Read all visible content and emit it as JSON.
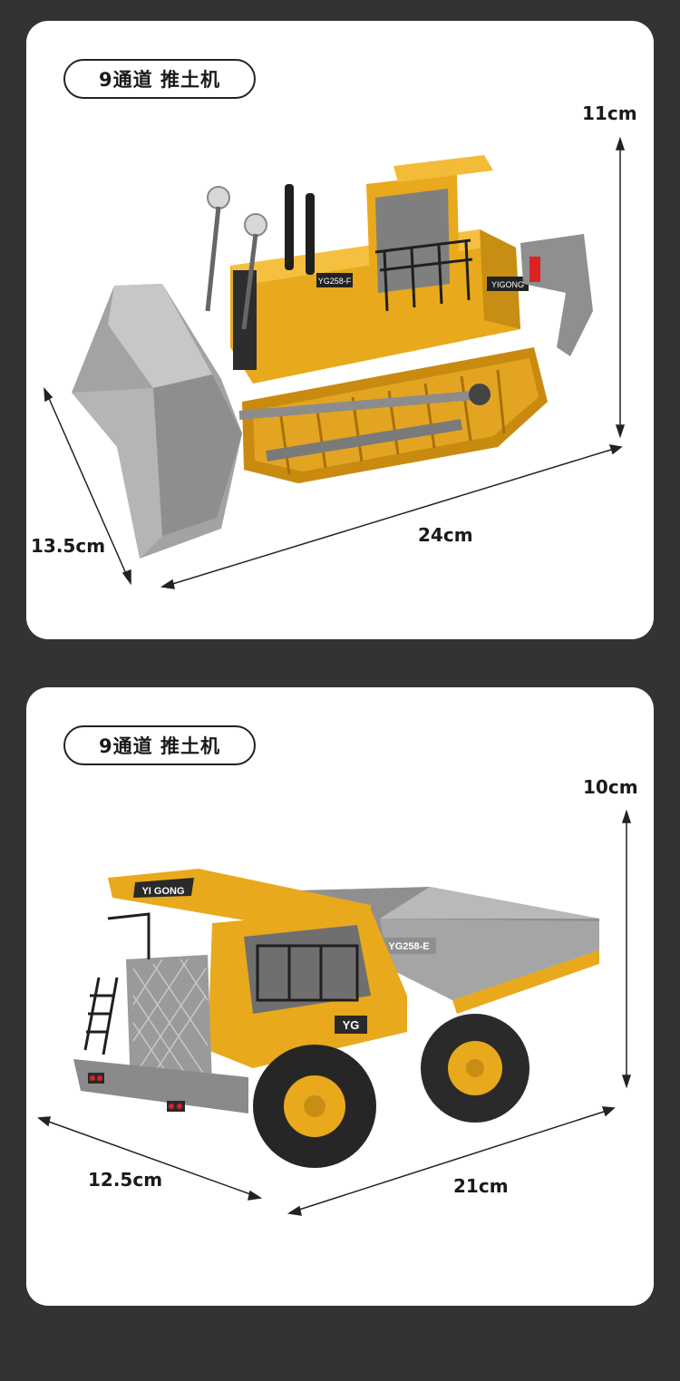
{
  "cards": [
    {
      "badge": "9通道 推土机",
      "vehicle": "bulldozer",
      "model_label": "YG258-F",
      "brand_label": "YIGONG",
      "dimensions": {
        "height": "11cm",
        "length": "24cm",
        "width": "13.5cm"
      }
    },
    {
      "badge": "9通道 推土机",
      "vehicle": "dump-truck",
      "model_label": "YG258-E",
      "brand_label": "YI GONG",
      "cab_label": "YG",
      "dimensions": {
        "height": "10cm",
        "length": "21cm",
        "width": "12.5cm"
      }
    }
  ],
  "colors": {
    "background": "#333333",
    "card": "#ffffff",
    "yellow": "#E8A91C",
    "grey": "#9A9A9A",
    "dark": "#2a2a2a"
  }
}
